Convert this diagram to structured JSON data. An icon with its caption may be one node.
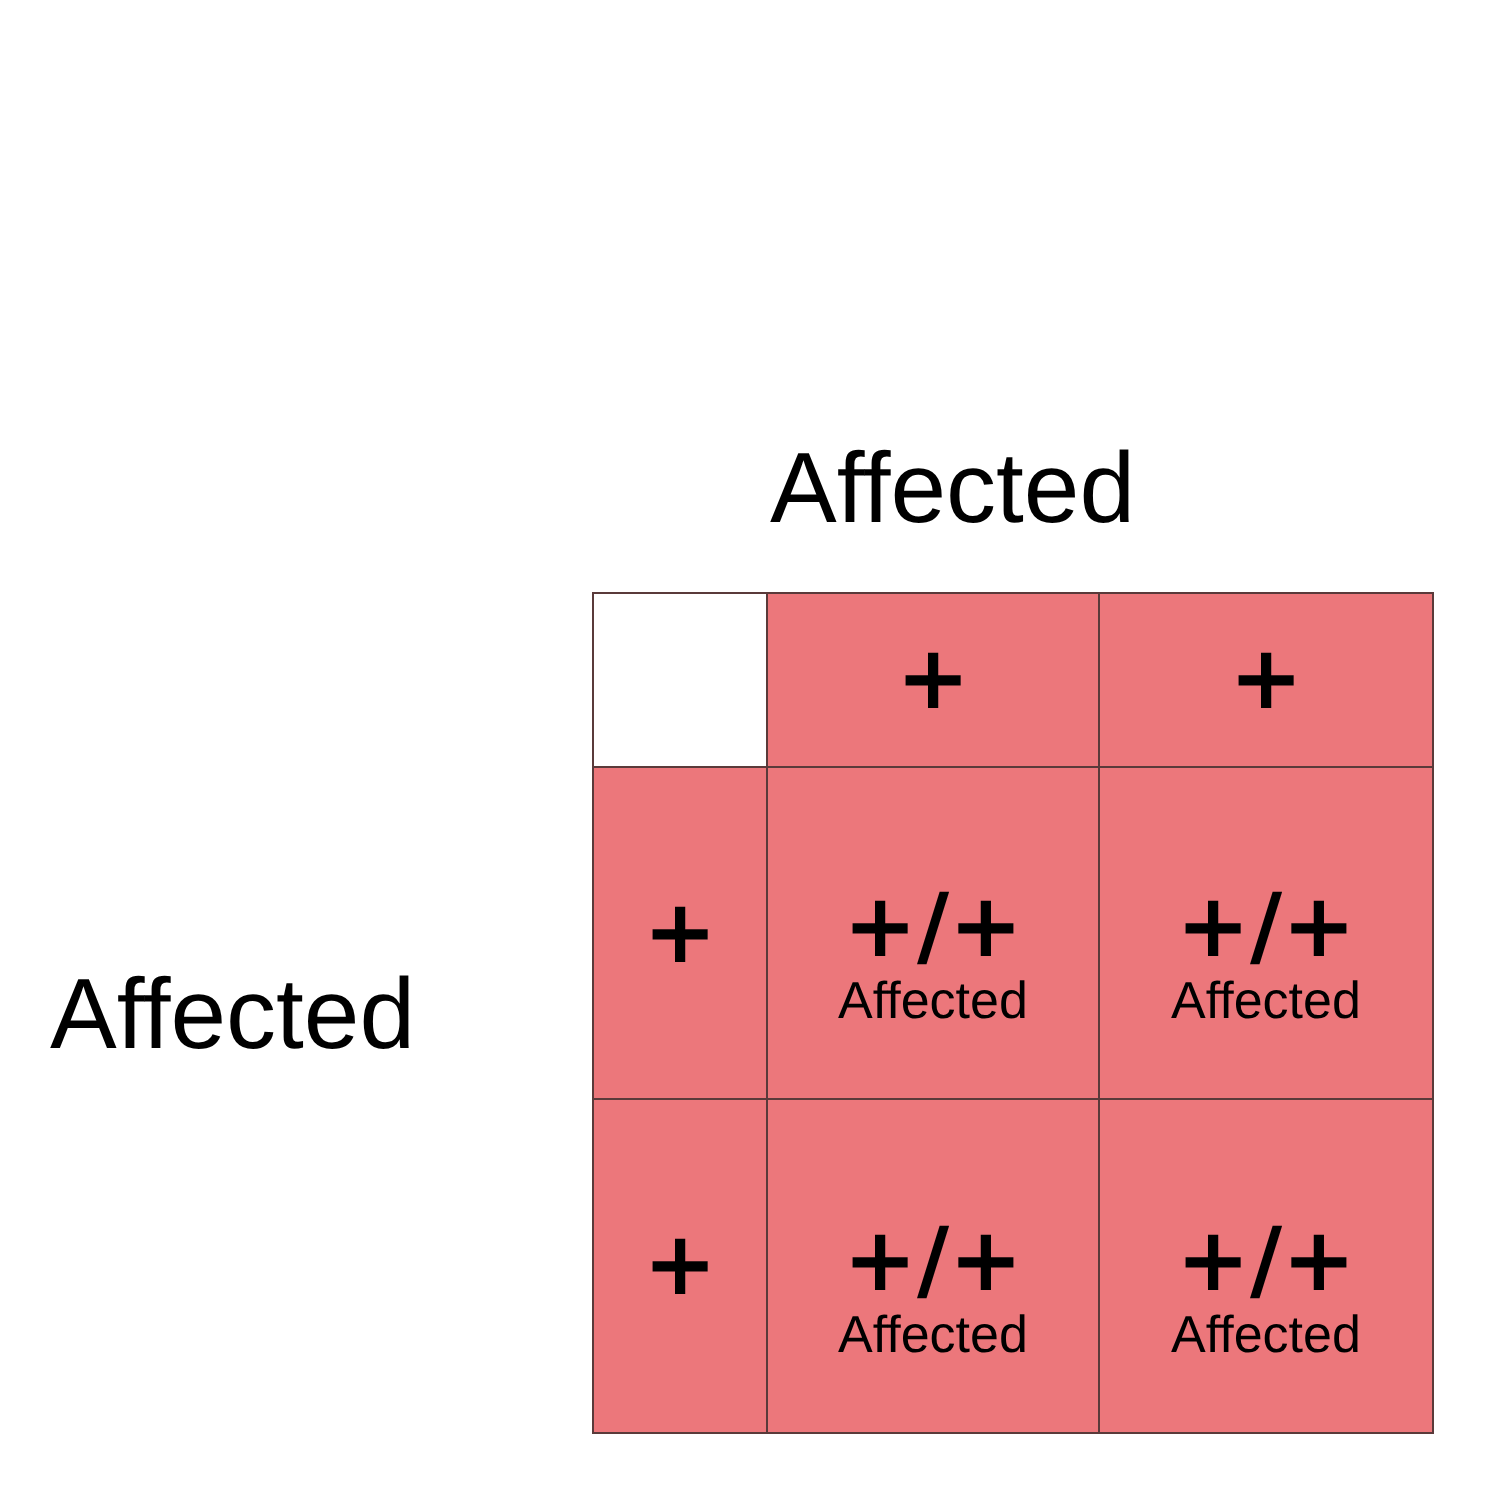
{
  "diagram": {
    "labels": [
      "Affected",
      "+",
      "+",
      "Affected",
      "+",
      "+/+",
      "Affected",
      "+/+",
      "Affected",
      "+",
      "+/+",
      "Affected",
      "+/+",
      "Affected"
    ]
  }
}
